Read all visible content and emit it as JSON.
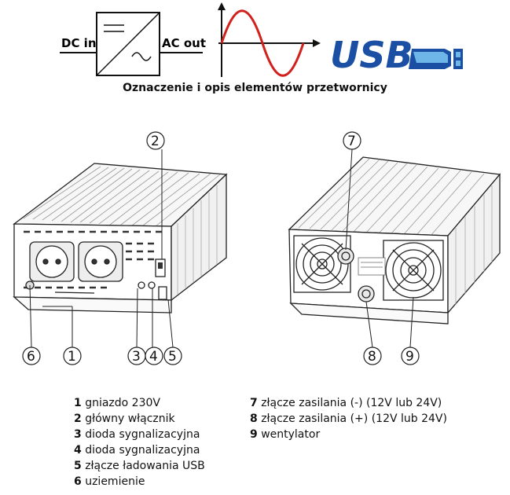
{
  "header": {
    "converter_symbol": {
      "input_label": "DC in",
      "output_label": "AC out"
    },
    "sine_icon": "sine-wave-icon",
    "usb_logo": {
      "text": "USB",
      "color": "#1a4fa3"
    }
  },
  "caption": "Oznaczenie i opis elementów przetwornicy",
  "front_view": {
    "callouts": [
      "2",
      "6",
      "1",
      "3",
      "4",
      "5"
    ]
  },
  "back_view": {
    "callouts": [
      "7",
      "8",
      "9"
    ]
  },
  "legend": {
    "left": [
      {
        "num": "1",
        "text": "gniazdo 230V"
      },
      {
        "num": "2",
        "text": "główny włącznik"
      },
      {
        "num": "3",
        "text": "dioda sygnalizacyjna"
      },
      {
        "num": "4",
        "text": "dioda sygnalizacyjna"
      },
      {
        "num": "5",
        "text": "złącze ładowania USB"
      },
      {
        "num": "6",
        "text": "uziemienie"
      }
    ],
    "right": [
      {
        "num": "7",
        "text": "złącze zasilania (-) (12V lub 24V)"
      },
      {
        "num": "8",
        "text": "złącze zasilania (+) (12V lub 24V)"
      },
      {
        "num": "9",
        "text": "wentylator"
      }
    ]
  },
  "colors": {
    "sine": "#d0211c",
    "usb_blue": "#1a4fa3"
  }
}
